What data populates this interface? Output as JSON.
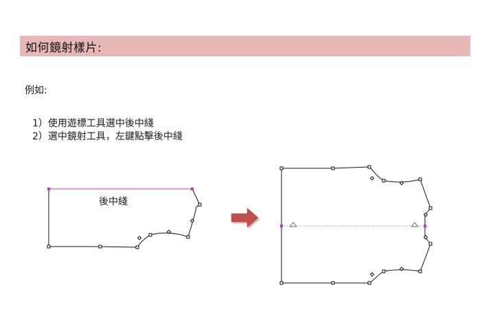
{
  "header": {
    "title": "如何鏡射樣片:"
  },
  "intro": {
    "text": "例如:"
  },
  "steps": [
    "1）使用遊標工具選中後中綫",
    "2）選中鏡射工具，左鍵點擊後中綫"
  ],
  "figure_left": {
    "label": "後中綫"
  },
  "colors": {
    "title_background": "#e8b7b8",
    "selection_line": "#c633c6",
    "arrow_fill": "#c0504d"
  },
  "icons": {
    "arrow": "right-arrow-icon"
  }
}
